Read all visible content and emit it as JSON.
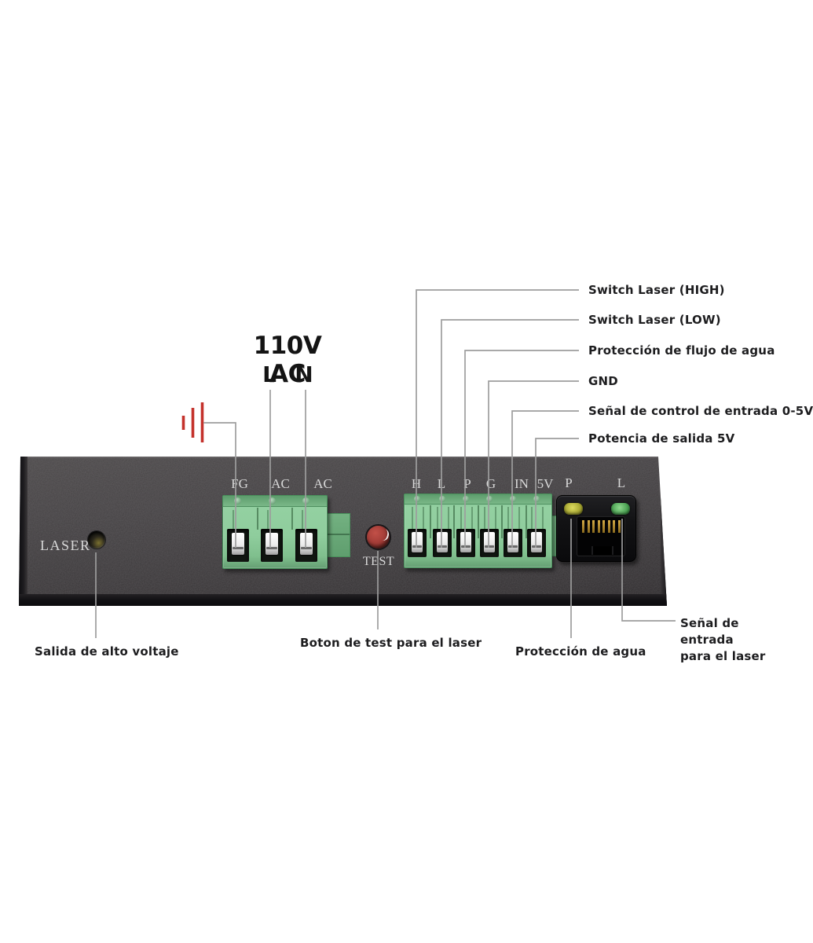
{
  "ac_input": {
    "voltage": "110V AC",
    "line": "L",
    "neutral": "N"
  },
  "panel": {
    "laser_label": "LASER",
    "test_label": "TEST",
    "ac_terminal_pins": [
      "FG",
      "AC",
      "AC"
    ],
    "signal_terminal_pins": [
      "H",
      "L",
      "P",
      "G",
      "IN",
      "5V"
    ],
    "rj45_led_labels": [
      "P",
      "L"
    ]
  },
  "annotations": {
    "right": [
      "Switch Laser (HIGH)",
      "Switch Laser (LOW)",
      "Protección de flujo de agua",
      "GND",
      "Señal de control de entrada 0-5V",
      "Potencia de salida 5V"
    ],
    "bottom": {
      "high_voltage": "Salida de alto voltaje",
      "test_button": "Boton de test para el laser",
      "water_protection": "Protección de agua",
      "laser_input_line1": "Señal de entrada",
      "laser_input_line2": "para el laser"
    }
  },
  "colors": {
    "leader_gray": "#9d9d9d",
    "ground_red": "#c4322c",
    "terminal_green": "#8ecb9c",
    "button_red": "#9c3a36",
    "led_yellow": "#b9bd3c",
    "led_green": "#5cb965",
    "panel_dark": "#3b383a",
    "label_text": "#1d1d1f"
  }
}
